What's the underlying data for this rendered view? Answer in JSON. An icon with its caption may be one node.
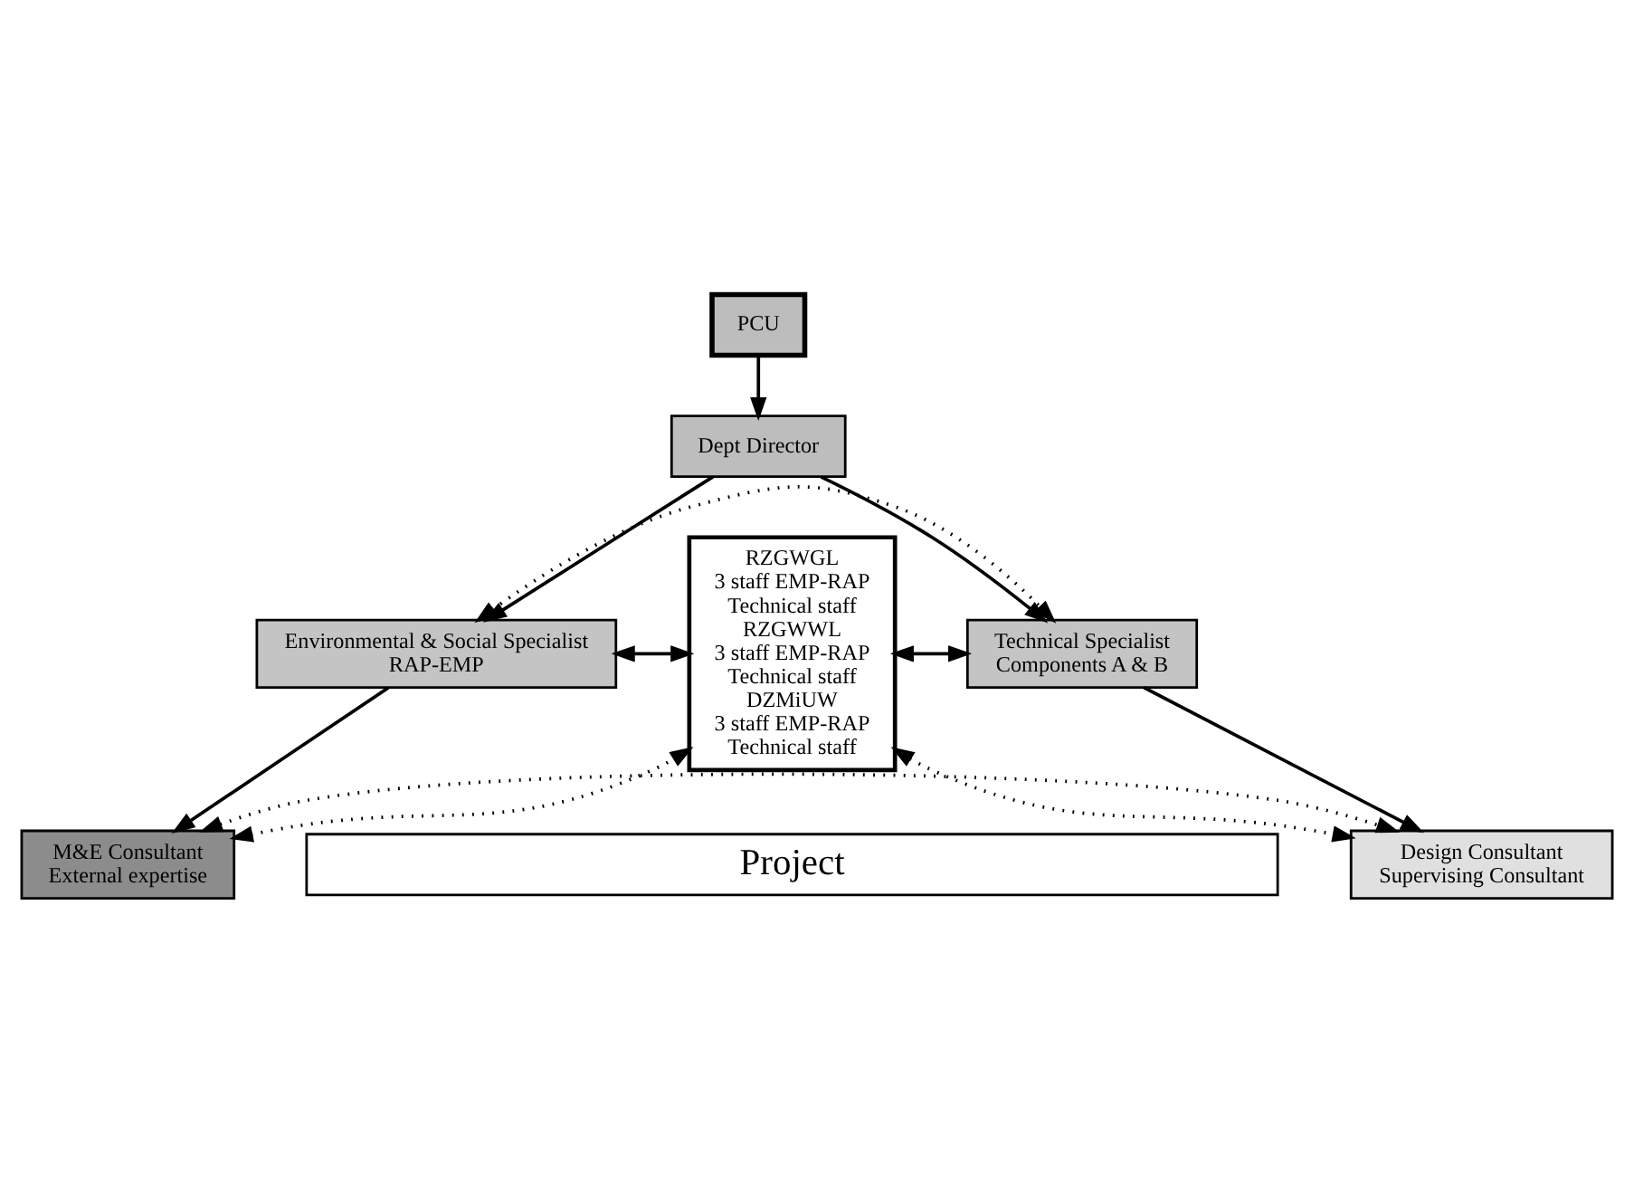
{
  "diagram": {
    "nodes": [
      {
        "text": [
          "PCU"
        ]
      },
      {
        "text": [
          "Dept Director"
        ]
      },
      {
        "text": [
          "Environmental & Social Specialist",
          "RAP-EMP"
        ]
      },
      {
        "text": [
          "RZGWGL",
          "3 staff EMP-RAP",
          "Technical staff",
          "RZGWWL",
          "3 staff EMP-RAP",
          "Technical staff",
          "DZMiUW",
          "3 staff EMP-RAP",
          "Technical staff"
        ]
      },
      {
        "text": [
          "Technical Specialist",
          "Components A & B"
        ]
      },
      {
        "text": [
          "M&E Consultant",
          "External expertise"
        ]
      },
      {
        "text": [
          "Design Consultant",
          "Supervising Consultant"
        ]
      },
      {
        "text": [
          "Project"
        ]
      }
    ],
    "edges": [
      {
        "from": 0,
        "to": 1,
        "arrow": "to"
      },
      {
        "from": 1,
        "to": 2,
        "arrow": "to"
      },
      {
        "from": 1,
        "to": 4,
        "arrow": "to"
      },
      {
        "from": 2,
        "to": 4,
        "arrow": "both",
        "style": "dashed"
      },
      {
        "from": 2,
        "to": 3,
        "arrow": "both"
      },
      {
        "from": 3,
        "to": 4,
        "arrow": "both"
      },
      {
        "from": 2,
        "to": 5,
        "arrow": "to"
      },
      {
        "from": 4,
        "to": 6,
        "arrow": "to"
      },
      {
        "from": 5,
        "to": 3,
        "arrow": "both",
        "style": "dashed"
      },
      {
        "from": 3,
        "to": 6,
        "arrow": "both",
        "style": "dashed"
      },
      {
        "from": 5,
        "to": 6,
        "arrow": "both",
        "style": "dashed"
      }
    ]
  }
}
